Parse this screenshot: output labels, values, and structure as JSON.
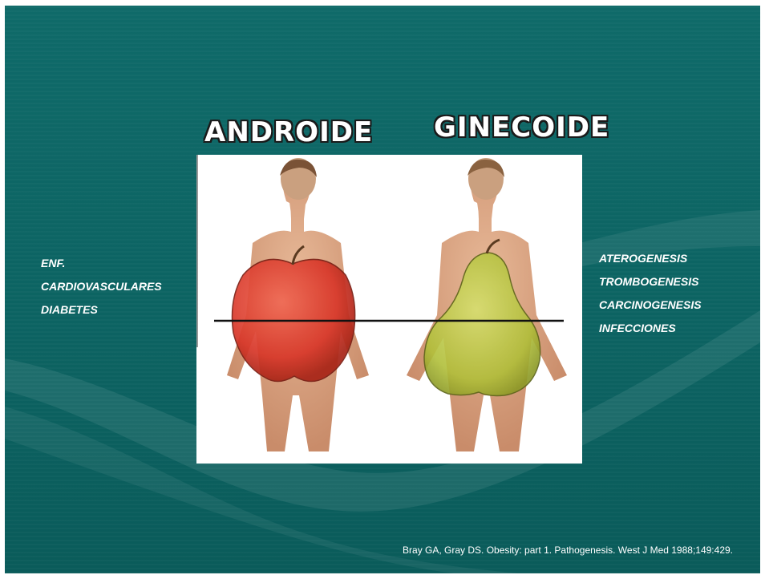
{
  "headings": {
    "left": "ANDROIDE",
    "right": "GINECOIDE"
  },
  "left_list": [
    "ENF.",
    "CARDIOVASCULARES",
    "DIABETES"
  ],
  "right_list": [
    "ATEROGENESIS",
    "TROMBOGENESIS",
    "CARCINOGENESIS",
    "INFECCIONES"
  ],
  "citation": "Bray GA, Gray DS. Obesity: part 1. Pathogenesis. West J Med 1988;149:429.",
  "colors": {
    "background": "#0d6564",
    "apple": "#e03a2c",
    "pear": "#b7c640",
    "skin": "#d9a27f"
  },
  "figure": {
    "left_icon": "apple-body-shape",
    "right_icon": "pear-body-shape"
  }
}
